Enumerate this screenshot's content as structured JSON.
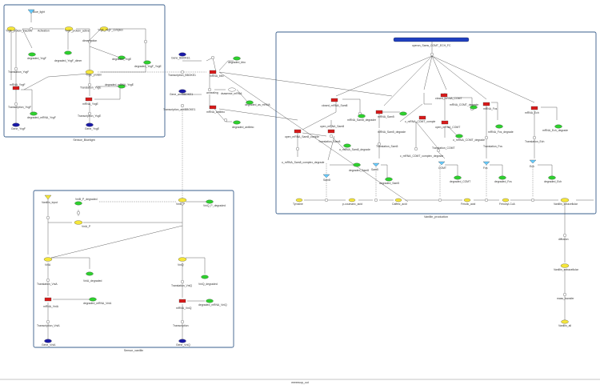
{
  "colors": {
    "protein": "#f5e63a",
    "gene": "#1a1aa8",
    "mrna": "#d91a1a",
    "degraded": "#2ed12e",
    "light": "#66ccff",
    "module_border": "#3a5f8c",
    "title_bar": "#1f3fbf",
    "place": "#ffffff",
    "edge": "#555555"
  },
  "page": {
    "footer_label": "eeeeecop_out"
  },
  "modules": {
    "sensor_bluelight": "Sensor_Bluelight",
    "sensor_vanillin": "Sensor_vanillin",
    "vanillin_production": "Vanillin_production"
  },
  "nodes": {
    "blue_light": "Blue_light",
    "yvgf_protein_inactive": "YvgF_protein_inactive",
    "activation": "Activation",
    "yvgf_protein_active": "YvgF_protein_active",
    "yvgf_yvgf_complex": "YvgF_YvgF_complex",
    "degraded_yvgf": "degraded_YvgF",
    "degraded_yvgf_dimer": "degraded_YvgF_dimer",
    "dimerization": "dimerization",
    "degraded_yvge": "degraded_YvgE",
    "degraded_yvgf_yvge": "degraded_YvgF_YvgE",
    "yvge_protein": "YvgE_protein",
    "translation_yvgf": "Translation_YvgF",
    "mrna_yvgf": "mRNA_YvgF",
    "transcription_yvgf": "Transcription_YvgF",
    "degraded_mrna_yvgf": "degraded_mRNA_YvgF",
    "gene_yvgf": "Gene_YvgF",
    "translation_yvge": "Translation_YvgE",
    "degraded_mrna_yvge": "degraded_mRNA_YvgE",
    "mrna_yvge": "mRNA_YvgE",
    "transcription_yvge": "Transcription_YvgE",
    "gene_yvge": "Gene_YvgE",
    "gene_bbok1": "Gene_BBOKE1",
    "transcription_bbok1": "Transcription_BBOKE1",
    "mrna_bbo": "mRNA_bbo",
    "degraded_bbo": "degraded_bbo",
    "gene_antibbok1": "Gene_antiBBOKE1",
    "annealing": "annealing",
    "dsrna": "dsasense_mRNA",
    "degraded_as_mrna": "degraded_as_mRNA",
    "transcription_antibbok1": "Transcription_antiBBOKE1",
    "mrna_antibbo": "mRNA_antibbo",
    "degraded_antibbo": "degraded_antibbo",
    "operon": "operon_Sams_COMT_ECH_FC",
    "closed_mrna_sam8": "closed_mRNA_Sam8",
    "mrna_sam8_degrader": "mRNA_Sam8_degrader",
    "mrna_sam5": "mRNA_Sam5",
    "mrna_sam5_degrade": "mRNA_Sam5_degrade",
    "closed_mrna_comt": "closed_mRNA_COMT",
    "mrna_comt_degrade": "mRNA_COMT_degrade",
    "mrna_fcs": "mRNA_Fcs",
    "mrna_fcs_degrade": "mRNA_Fcs_degrade",
    "mrna_ech": "mRNA_Ech",
    "mrna_ech_degrade": "mRNA_Ech_degrade",
    "open_mrna_sam8_complex": "open_mRNA_Sam8_comple",
    "open_mrna_sam8": "open_mRNA_Sam8",
    "o_mrna_sam8_degrade": "o_mRNA_Sam8_degrade",
    "c_mrna_comt_complex": "c_mRNA_COMT_comple",
    "open_mrna_comt": "open_mRNA_COMT",
    "o_mrna_comt_degrade": "o_mRNA_COMT_degrade",
    "translation_sam8": "Translation_Sam8",
    "translation_sam5": "Translation_Sam5",
    "translation_comt": "Translation_COMT",
    "translation_fcs": "Translation_Fcs",
    "translation_ech": "Translation_Ech",
    "o_mrna_sam8_complex_degrade": "o_mRNA_Sam8_complex_degrade",
    "c_mrna_comt_complex_degrade": "c_mRNA_COMT_complex_degrade",
    "sam8": "Sam8",
    "sam5": "Sam5",
    "comt": "COMT",
    "fcs": "Fcs",
    "ech": "Ech",
    "degraded_sam8": "degraded_Sam8",
    "degraded_sam5": "degraded_Sam5",
    "degraded_comt": "degraded_COMT",
    "degraded_fcs": "degraded_Fcs",
    "degraded_ech": "degraded_Ech",
    "tyrosine": "Tyrosine",
    "p_coumaric_acid": "p-coumaric_acid",
    "caffeic_acid": "Caffeic_acid",
    "ferulic_acid": "Ferulic_acid",
    "feruloyl_coa": "Feruloyl-CoA",
    "vanillin_intracellular": "Vanillin_intracellular",
    "diffusion": "diffusion",
    "vanillin_extracellular": "Vanillin_extracellular",
    "mass_transfer": "mass_transfer",
    "vanillin_all": "Vanillin_all",
    "vanillin_input": "Vanillin_input",
    "vnib_p_degraded": "VniB_P_degraded",
    "vnia_p": "VniA_P",
    "vnib_p": "VniB_P",
    "vnib_p_degraded2": "VniQ_P_degraded",
    "vnia": "VniA",
    "vnib": "VniQ",
    "vnia_degraded": "VniA_degraded",
    "vnib_degraded": "VniQ_degraded",
    "translation_vnia": "Translation_VniA",
    "translation_vnib": "Translation_VniQ",
    "mrna_vnia": "mRNA_VniA",
    "mrna_vnib": "mRNA_VniQ",
    "degraded_mrna_vnia": "degraded_mRNA_VniA",
    "degraded_mrna_vnib": "degraded_mRNA_VniQ",
    "transcription_vnia": "Transcription_VniA",
    "transcription_vnib": "Transcription",
    "gene_vnia": "Gene_VniA",
    "gene_vnib": "Gene_VniQ"
  }
}
